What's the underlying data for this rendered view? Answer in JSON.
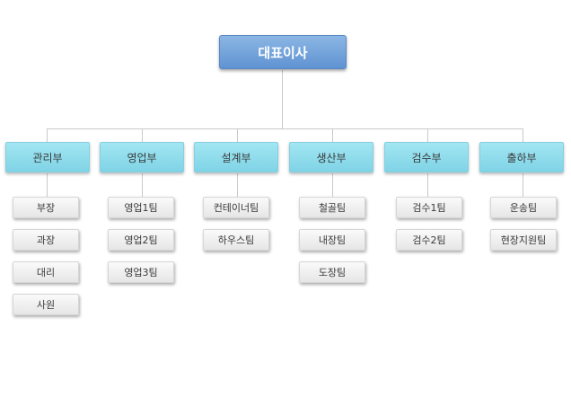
{
  "ceo": "대표이사",
  "departments": [
    {
      "name": "관리부",
      "teams": [
        "부장",
        "과장",
        "대리",
        "사원"
      ]
    },
    {
      "name": "영업부",
      "teams": [
        "영업1팀",
        "영업2팀",
        "영업3팀"
      ]
    },
    {
      "name": "설계부",
      "teams": [
        "컨테이너팀",
        "하우스팀"
      ]
    },
    {
      "name": "생산부",
      "teams": [
        "철골팀",
        "내장팀",
        "도장팀"
      ]
    },
    {
      "name": "검수부",
      "teams": [
        "검수1팀",
        "검수2팀"
      ]
    },
    {
      "name": "출하부",
      "teams": [
        "운송팀",
        "현장지원팀"
      ]
    }
  ]
}
